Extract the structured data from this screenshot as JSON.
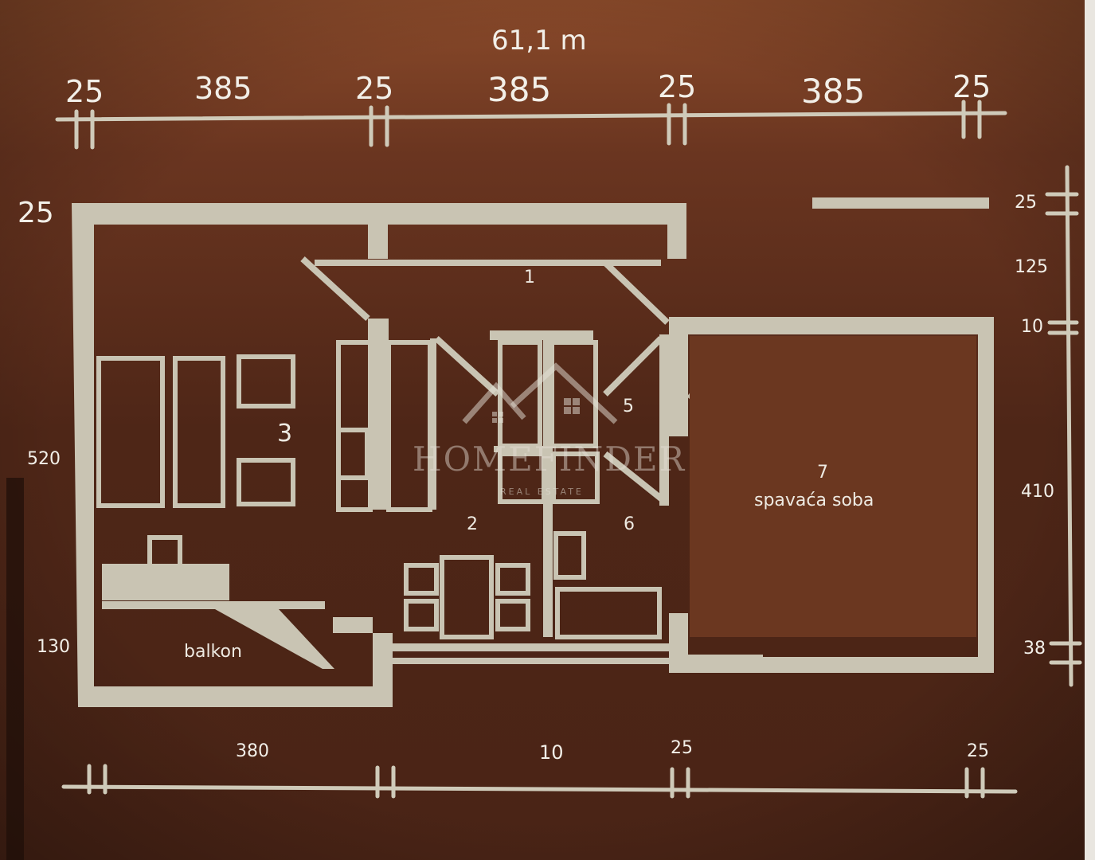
{
  "colors": {
    "background": "#4a2416",
    "background_top": "#8a4a2a",
    "wall": "#c9c4b3",
    "bedroom_fill": "#6b3720"
  },
  "total_width_label": "61,1 m",
  "top_dimensions": [
    "25",
    "385",
    "25",
    "385",
    "25",
    "385",
    "25"
  ],
  "left_dimensions": [
    "25",
    "520",
    "130"
  ],
  "right_dimensions": [
    "25",
    "125",
    "10",
    "410",
    "38"
  ],
  "bottom_dimensions": [
    "380",
    "10",
    "25",
    "25"
  ],
  "rooms": {
    "r1": "1",
    "r2": "2",
    "r3": "3",
    "r5": "5",
    "r6": "6",
    "r7": "7",
    "r7_name": "spavaća soba",
    "balcony": "balkon"
  },
  "watermark": {
    "brand": "HOMEFINDER",
    "tagline": "REAL ESTATE",
    "icon": "house-roof-icon"
  }
}
